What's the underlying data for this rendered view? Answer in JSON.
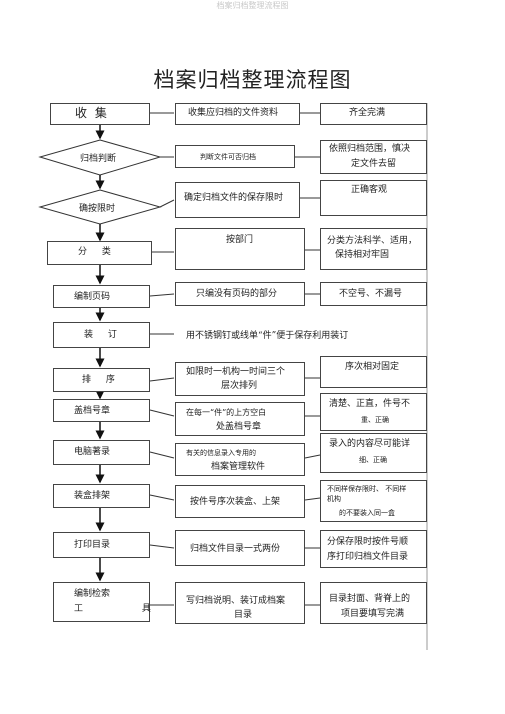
{
  "header": "档案归档整理流程图",
  "title": "档案归档整理流程图",
  "steps": [
    {
      "label": "收 集",
      "action": [
        "收集应归档的文件资料"
      ],
      "requirement": [
        "齐全完满"
      ]
    },
    {
      "label": "归档判断",
      "action": [
        "判断文件可否归档"
      ],
      "requirement": [
        "依照归档范围，慎决",
        "定文件去留"
      ]
    },
    {
      "label": "确按限时",
      "action": [
        "确定归档文件的保存限时"
      ],
      "requirement": [
        "正确客观"
      ]
    },
    {
      "label": "分 类",
      "action": [
        "按部门"
      ],
      "requirement": [
        "分类方法科学、适用，",
        "保持相对牢固"
      ]
    },
    {
      "label": "编制页码",
      "action": [
        "只编没有页码的部分"
      ],
      "requirement": [
        "不空号、不漏号"
      ]
    },
    {
      "label": "装 订",
      "action": [
        "用不锈钢钉或线单“件”便于保存利用装订"
      ],
      "requirement": []
    },
    {
      "label": "排 序",
      "action": [
        "如限时一机构一时间三个",
        "层次排列"
      ],
      "requirement": [
        "序次相对固定"
      ]
    },
    {
      "label": "盖档号章",
      "action": [
        "在每一“件”的上方空白",
        "处盖档号章"
      ],
      "requirement": [
        "清楚、正直，件号不",
        "重、正确"
      ]
    },
    {
      "label": "电脑著录",
      "action": [
        "有关的信息录入专用的",
        "档案管理软件"
      ],
      "requirement": [
        "录入的内容尽可能详",
        "细、正确"
      ]
    },
    {
      "label": "装盒排架",
      "action": [
        "按件号序次装盒、上架"
      ],
      "requirement": [
        "不同样保存限时、 不同样",
        "机构",
        "的不要装入同一盒"
      ]
    },
    {
      "label": "打印目录",
      "action": [
        "归档文件目录一式两份"
      ],
      "requirement": [
        "分保存限时按件号顺",
        "序打印归档文件目录"
      ]
    },
    {
      "label": "编制检索",
      "label2": "工 具",
      "action": [
        "写归档说明、装订成档案",
        "目录"
      ],
      "requirement": [
        "目录封面、背脊上的",
        "项目要填写完满"
      ]
    }
  ]
}
